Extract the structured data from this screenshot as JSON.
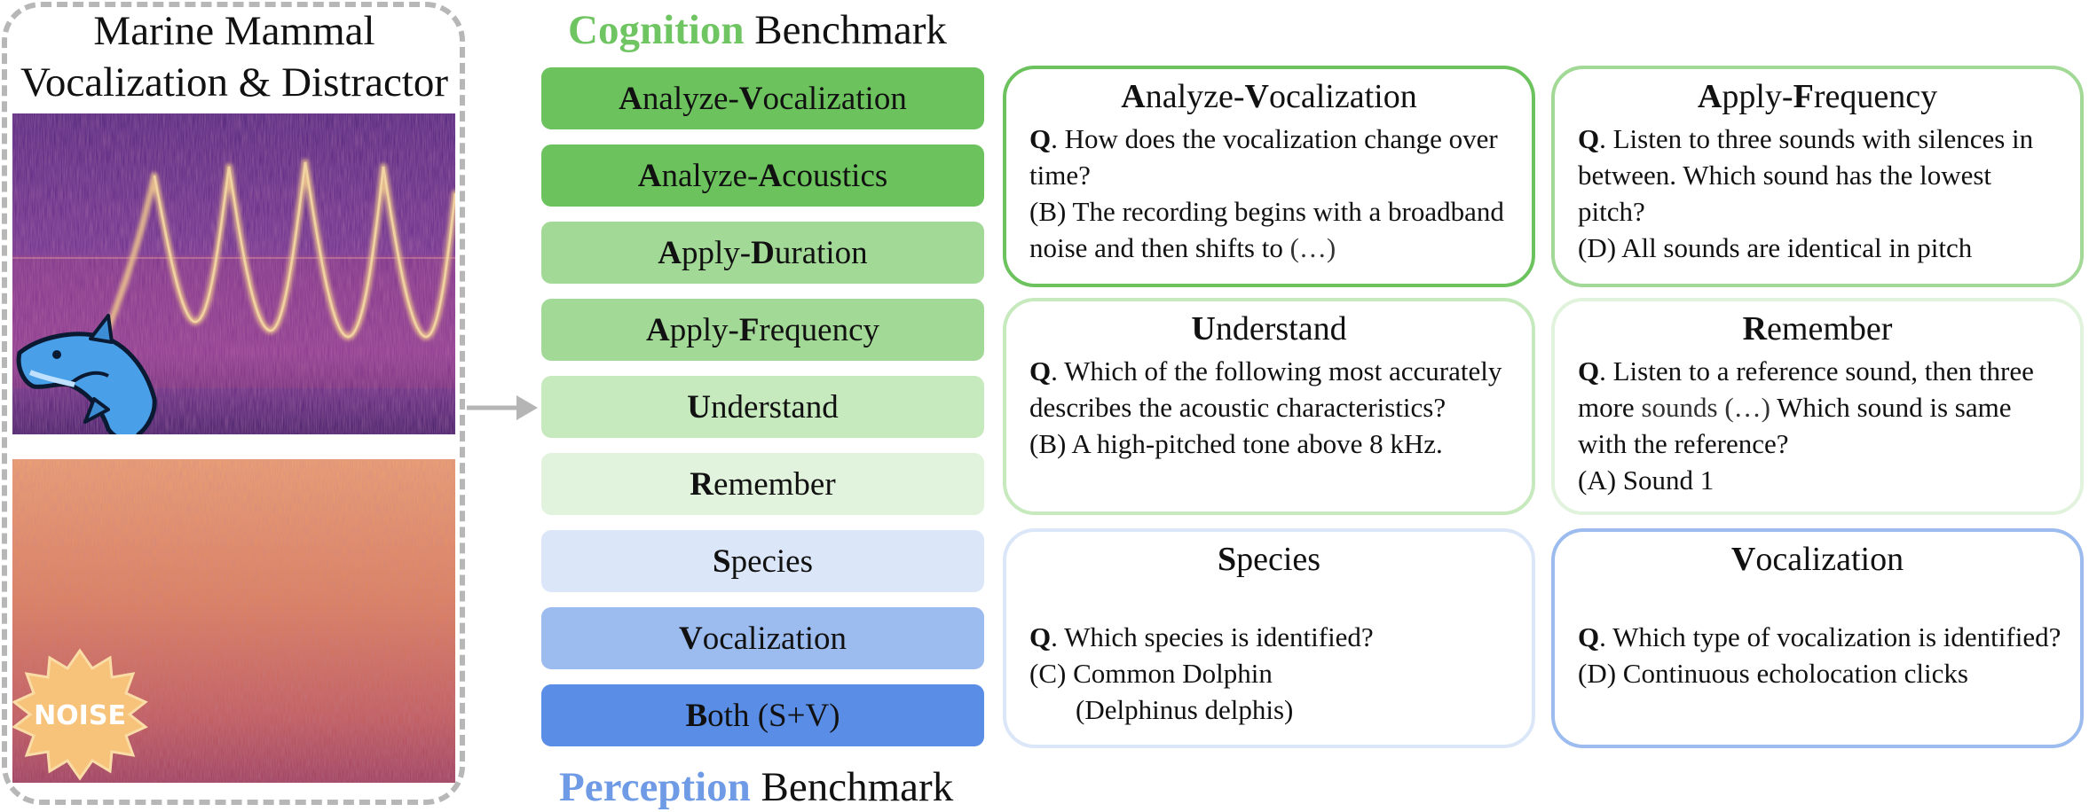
{
  "left_panel": {
    "title_line1": "Marine Mammal",
    "title_line2": "Vocalization & Distractor",
    "dolphin_icon": "dolphin-icon",
    "noise_badge": "NOISE"
  },
  "cognition": {
    "title_colored": "Cognition",
    "title_rest": " Benchmark",
    "color": "#6fc561"
  },
  "perception": {
    "title_colored": "Perception",
    "title_rest": " Benchmark",
    "color": "#6f9ae6"
  },
  "bars": [
    {
      "first": "A",
      "rest": "nalyze-",
      "first2": "V",
      "rest2": "ocalization",
      "color": "#6cc35d"
    },
    {
      "first": "A",
      "rest": "nalyze-",
      "first2": "A",
      "rest2": "coustics",
      "color": "#6cc35d"
    },
    {
      "first": "A",
      "rest": "pply-",
      "first2": "D",
      "rest2": "uration",
      "color": "#a3d996"
    },
    {
      "first": "A",
      "rest": "pply-",
      "first2": "F",
      "rest2": "requency",
      "color": "#a3d996"
    },
    {
      "first": "U",
      "rest": "nderstand",
      "first2": "",
      "rest2": "",
      "color": "#c6e9bd"
    },
    {
      "first": "R",
      "rest": "emember",
      "first2": "",
      "rest2": "",
      "color": "#e1f3dc"
    },
    {
      "first": "S",
      "rest": "pecies",
      "first2": "",
      "rest2": "",
      "color": "#dbe7f8"
    },
    {
      "first": "V",
      "rest": "ocalization",
      "first2": "",
      "rest2": "",
      "color": "#9cbcef"
    },
    {
      "first": "B",
      "rest": "oth (S+V)",
      "first2": "",
      "rest2": "",
      "color": "#5a8ee6"
    }
  ],
  "cards": {
    "analyze_vocalization": {
      "t1": "A",
      "t2": "nalyze-",
      "t3": "V",
      "t4": "ocalization",
      "q": "Q",
      "q_text": ". How does the vocalization change over time?",
      "a_text": "(B) The recording begins with a broadband noise and then shifts to ",
      "ellipsis": "(…)"
    },
    "apply_frequency": {
      "t1": "A",
      "t2": "pply-",
      "t3": "F",
      "t4": "requency",
      "q": "Q",
      "q_text": ". Listen to three sounds with silences in between. Which sound has the lowest pitch?",
      "a_text": "(D) All sounds are identical in pitch"
    },
    "understand": {
      "t1": "U",
      "t2": "nderstand",
      "q": "Q",
      "q_text": ". Which of the following most accurately describes the acoustic characteristics?",
      "a_text": "(B) A high-pitched tone above 8 kHz."
    },
    "remember": {
      "t1": "R",
      "t2": "emember",
      "q": "Q",
      "q_text_a": ". Listen to a reference sound, then three more ",
      "q_sounds": "sounds (…)",
      "q_text_b": " Which sound is same with the reference?",
      "a_text": "(A) Sound 1"
    },
    "species": {
      "t1": "S",
      "t2": "pecies",
      "q": "Q",
      "q_text": ". Which species is identified?",
      "a_text": "(C) Common Dolphin",
      "a_text2": "(Delphinus delphis)"
    },
    "vocalization": {
      "t1": "V",
      "t2": "ocalization",
      "q": "Q",
      "q_text": ". Which type of vocalization is identified?",
      "a_text": "(D) Continuous echolocation clicks"
    }
  }
}
